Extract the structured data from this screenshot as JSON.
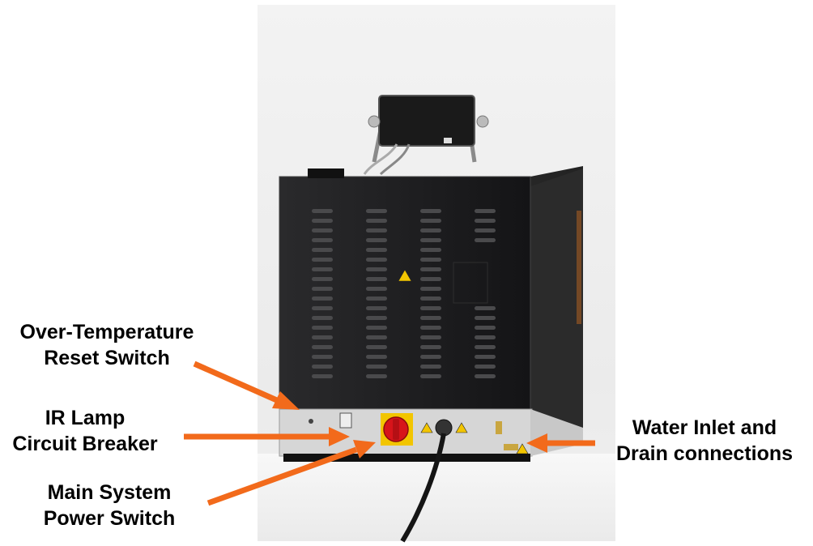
{
  "callouts": {
    "over_temp": {
      "line1": "Over-Temperature",
      "line2": "Reset Switch"
    },
    "ir_lamp": {
      "line1": "IR Lamp",
      "line2": "Circuit Breaker"
    },
    "main_power": {
      "line1": "Main System",
      "line2": "Power Switch"
    },
    "water": {
      "line1": "Water Inlet and",
      "line2": "Drain connections"
    }
  },
  "colors": {
    "arrow": "#f26a1b",
    "cabinet": "#1c1c1e",
    "panel": "#d9d9d9",
    "power_knob": "#d7141a",
    "knob_base": "#f2c500"
  }
}
